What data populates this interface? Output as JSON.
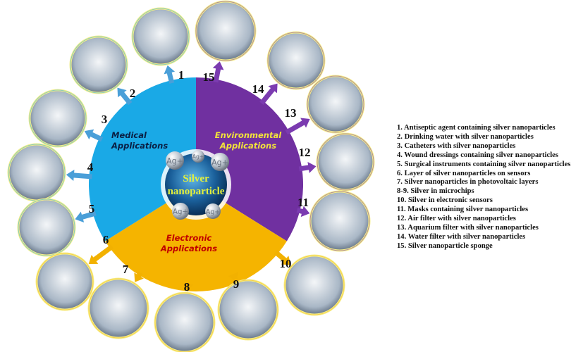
{
  "center": {
    "line1": "Silver",
    "line2": "nanoparticle"
  },
  "segments": [
    {
      "key": "medical",
      "line1": "Medical",
      "line2": "Applications",
      "color": "#1aa9e6",
      "text_color": "#0a1f44",
      "arrow_color": "#4a9fd8"
    },
    {
      "key": "environmental",
      "line1": "Environmental",
      "line2": "Applications",
      "color": "#7030a0",
      "text_color": "#f2e33a",
      "arrow_color": "#7b3bb0"
    },
    {
      "key": "electronic",
      "line1": "Electronic",
      "line2": "Applications",
      "color": "#f5b400",
      "text_color": "#c00000",
      "arrow_color": "#f2b100"
    }
  ],
  "ions": [
    "Ag+",
    "Ag+",
    "Ag+",
    "Ag+",
    "Ag+"
  ],
  "applications": [
    {
      "num": "1",
      "segment": "medical",
      "icon": "antiseptic-bottle-photo"
    },
    {
      "num": "2",
      "segment": "medical",
      "icon": "drinking-water-photo"
    },
    {
      "num": "3",
      "segment": "medical",
      "icon": "catheter-photo"
    },
    {
      "num": "4",
      "segment": "medical",
      "icon": "wound-dressing-photo"
    },
    {
      "num": "5",
      "segment": "medical",
      "icon": "surgical-instruments-photo"
    },
    {
      "num": "6",
      "segment": "electronic",
      "icon": "sensor-layer-photo"
    },
    {
      "num": "7",
      "segment": "electronic",
      "icon": "photovoltaic-photo"
    },
    {
      "num": "8",
      "segment": "electronic",
      "icon": "microchip-photo"
    },
    {
      "num": "9",
      "segment": "electronic",
      "icon": "microchip-photo"
    },
    {
      "num": "10",
      "segment": "electronic",
      "icon": "electronic-sensors-photo"
    },
    {
      "num": "11",
      "segment": "environmental",
      "icon": "mask-photo"
    },
    {
      "num": "12",
      "segment": "environmental",
      "icon": "air-filter-photo"
    },
    {
      "num": "13",
      "segment": "environmental",
      "icon": "aquarium-filter-photo"
    },
    {
      "num": "14",
      "segment": "environmental",
      "icon": "water-filter-photo"
    },
    {
      "num": "15",
      "segment": "environmental",
      "icon": "sponge-photo"
    }
  ],
  "legend": [
    "1. Antiseptic agent containing silver nanoparticles",
    "2. Drinking water with silver nanoparticles",
    "3. Catheters with silver nanoparticles",
    "4. Wound dressings containing silver nanoparticles",
    "5. Surgical instruments containing silver nanoparticles",
    "6. Layer of silver nanoparticles on sensors",
    "7. Silver nanoparticles in photovoltaic layers",
    " 8-9. Silver in microchips",
    "10. Silver in electronic sensors",
    "11. Masks containing silver nanoparticles",
    "12. Air filter with silver nanoparticles",
    "13. Aquarium filter with silver nanoparticles",
    "14. Water filter with silver nanoparticles",
    "15. Silver nanoparticle sponge"
  ]
}
